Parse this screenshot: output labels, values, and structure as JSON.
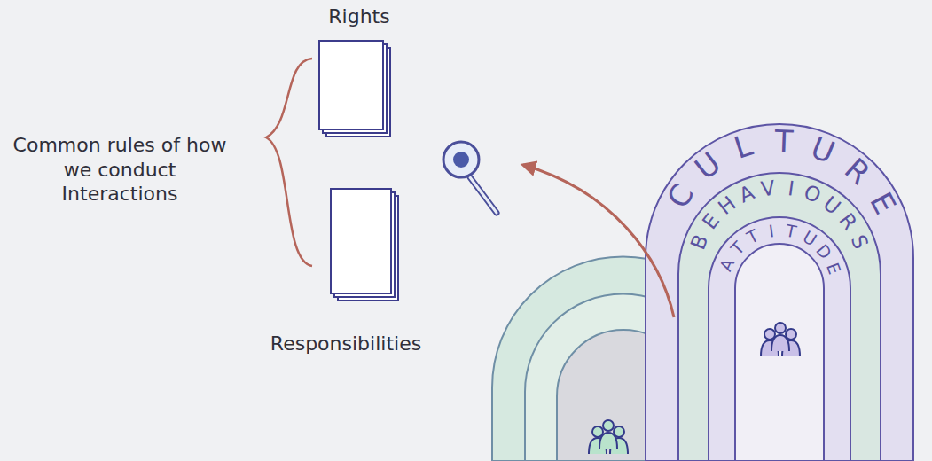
{
  "diagram": {
    "nodes": [
      {
        "text": [
          "Rights"
        ]
      },
      {
        "text": [
          "Responsibilities"
        ]
      },
      {
        "text": [
          "CULTURE"
        ]
      },
      {
        "text": [
          "BEHAVIOURS"
        ],
        "in": 2
      },
      {
        "text": [
          "ATTITUDE"
        ],
        "in": 3
      }
    ],
    "labels": [
      "Common rules of how we conduct Interactions"
    ]
  }
}
